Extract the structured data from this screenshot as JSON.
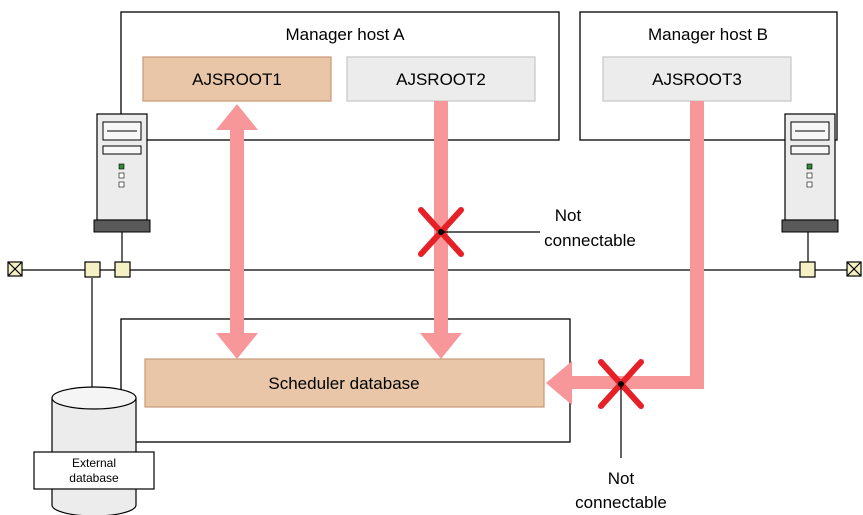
{
  "hosts": {
    "host_a": {
      "title": "Manager host A"
    },
    "host_b": {
      "title": "Manager host B"
    }
  },
  "roots": [
    {
      "label": "AJSROOT1"
    },
    {
      "label": "AJSROOT2"
    },
    {
      "label": "AJSROOT3"
    }
  ],
  "scheduler_db": {
    "label": "Scheduler database"
  },
  "external_db": {
    "line1": "External",
    "line2": "database"
  },
  "annotations": {
    "not_connectable_1": {
      "line1": "Not",
      "line2": "connectable"
    },
    "not_connectable_2": {
      "line1": "Not",
      "line2": "connectable"
    }
  },
  "colors": {
    "arrow": "#f7979a",
    "cross": "#e52127",
    "root_active_fill": "#e8c6a7",
    "root_active_stroke": "#c89a78",
    "root_inactive_fill": "#ececec",
    "root_inactive_stroke": "#c6c6c6",
    "scheduler_fill": "#e8c6a7",
    "terminal_fill": "#f6f1c4"
  }
}
